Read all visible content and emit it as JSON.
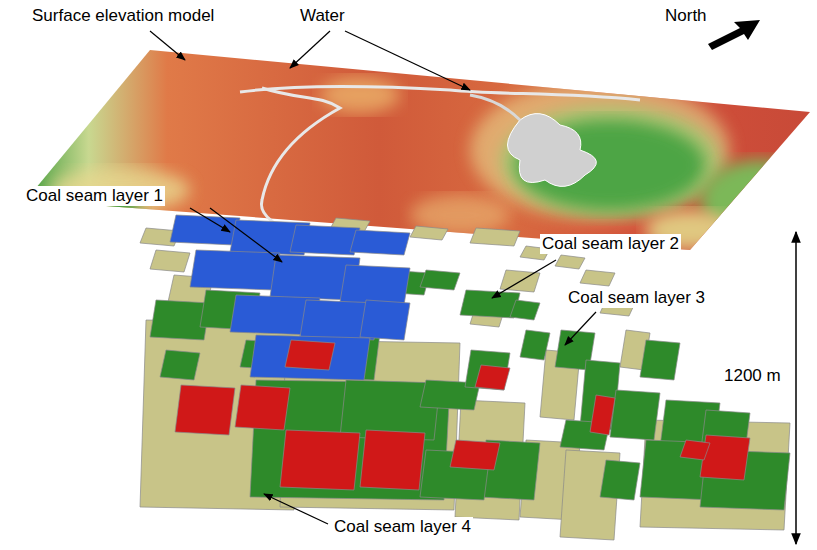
{
  "diagram": {
    "labels": [
      "Surface elevation model",
      "Water",
      "North",
      "Coal seam layer 1",
      "Coal seam layer 2",
      "Coal seam layer 3",
      "1200 m",
      "Coal seam layer 4"
    ]
  }
}
